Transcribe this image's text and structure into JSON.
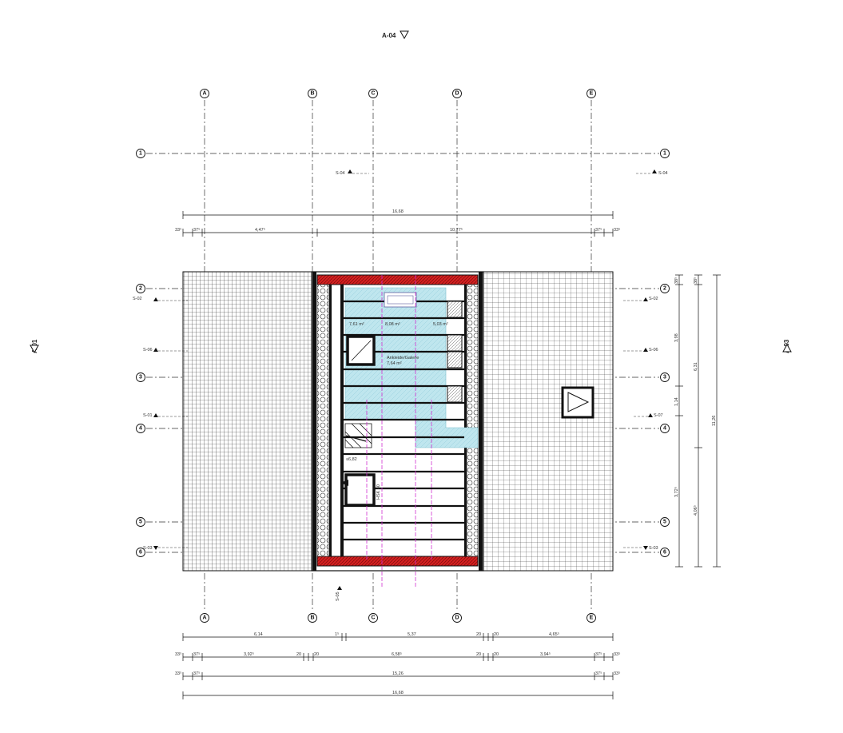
{
  "view_markers": {
    "top": "A-04",
    "left": "A-01",
    "right": "A-03"
  },
  "grid_columns": [
    "A",
    "B",
    "C",
    "D",
    "E"
  ],
  "grid_rows": [
    "1",
    "2",
    "3",
    "4",
    "5",
    "6"
  ],
  "section_markers": {
    "left": [
      "S-02",
      "S-06",
      "S-01",
      "S-03"
    ],
    "right": [
      "S-02",
      "S-06",
      "S-07",
      "S-03"
    ],
    "top": [
      "S-04",
      "S-04"
    ],
    "bottom": "S-05"
  },
  "dimensions": {
    "top_overall": "16,68",
    "top_row": [
      "33⁵",
      "37⁵",
      "4,47⁵",
      "10,77⁵",
      "37⁵",
      "33⁵"
    ],
    "bottom_row1": [
      "6,14",
      "1⁵",
      "5,37",
      "20",
      "20",
      "4,65⁵"
    ],
    "bottom_row2": [
      "33⁵",
      "37⁵",
      "3,92⁵",
      "20",
      "20",
      "6,58⁵",
      "20",
      "20",
      "3,94⁵",
      "37⁵",
      "33⁵"
    ],
    "bottom_row3": [
      "33⁵",
      "37⁵",
      "15,26",
      "37⁵",
      "33⁵"
    ],
    "bottom_overall": "16,68",
    "right_inner": [
      "38⁵",
      "3,98",
      "1,14",
      "3,72⁵"
    ],
    "right_mid": [
      "38⁵",
      "6,31",
      "4,06⁵"
    ],
    "right_overall": "11,26"
  },
  "rooms": {
    "area_1": "7,61 m²",
    "area_2": "8,08 m²",
    "area_3": "5,03 m²",
    "gallery_name": "Ankleide/Galerie",
    "gallery_area": "7,64 m²",
    "stair_label": "≤6,82",
    "stair_note": "HSK 40"
  },
  "colors": {
    "line": "#111111",
    "grid_dash": "#333333",
    "hatch_red": "#d42020",
    "room_fill": "#bfe6ee",
    "magenta": "#d030d0"
  }
}
